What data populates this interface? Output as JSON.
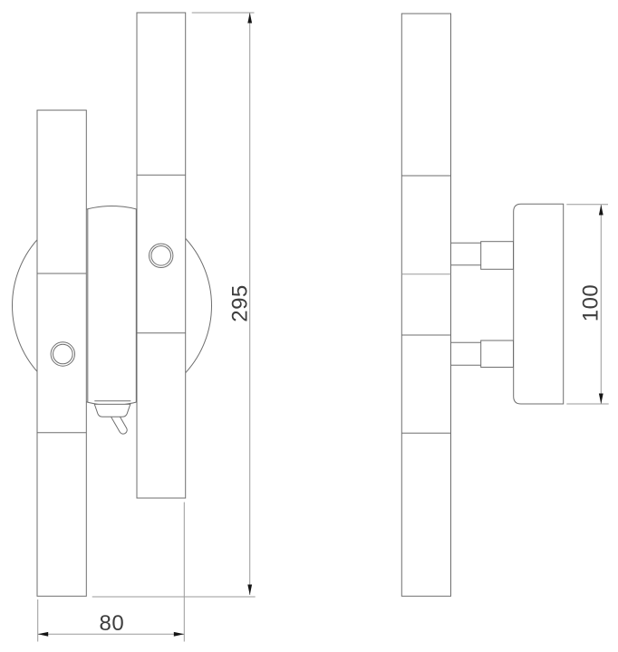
{
  "drawing": {
    "kind": "technical-line-drawing",
    "subject": "wall sconce with two offset cylindrical shades, front and side views",
    "front_view": {
      "height_dim": {
        "value": "295",
        "orientation": "vertical"
      },
      "width_dim": {
        "value": "80",
        "orientation": "horizontal"
      }
    },
    "side_view": {
      "backplate_height_dim": {
        "value": "100",
        "orientation": "vertical"
      }
    },
    "colors": {
      "background": "#ffffff",
      "object_line": "#6e6e6e",
      "dimension_line": "#9a9a9a",
      "arrow": "#151515",
      "text": "#3d3d3d"
    }
  }
}
